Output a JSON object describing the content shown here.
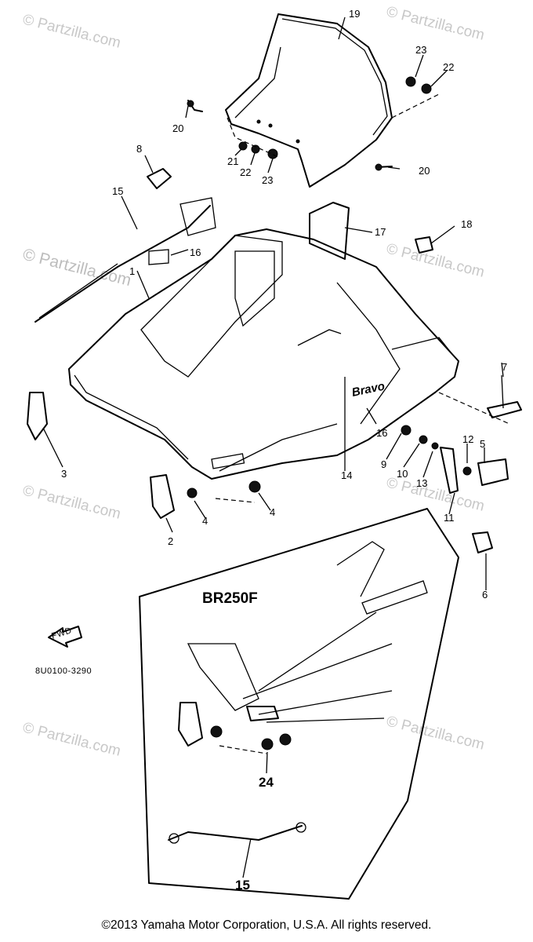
{
  "watermark": "© Partzilla.com",
  "variant_label": "BR250F",
  "brand_text": "Bravo",
  "diagram_code": "8U0100-3290",
  "fwd_label": "FWD",
  "copyright": "©2013 Yamaha Motor Corporation, U.S.A. All rights reserved.",
  "part_numbers": [
    "19",
    "23",
    "22",
    "20",
    "21",
    "22",
    "23",
    "20",
    "8",
    "15",
    "17",
    "18",
    "16",
    "1",
    "7",
    "3",
    "16",
    "9",
    "10",
    "13",
    "12",
    "5",
    "14",
    "4",
    "4",
    "2",
    "11",
    "6",
    "24",
    "15"
  ]
}
